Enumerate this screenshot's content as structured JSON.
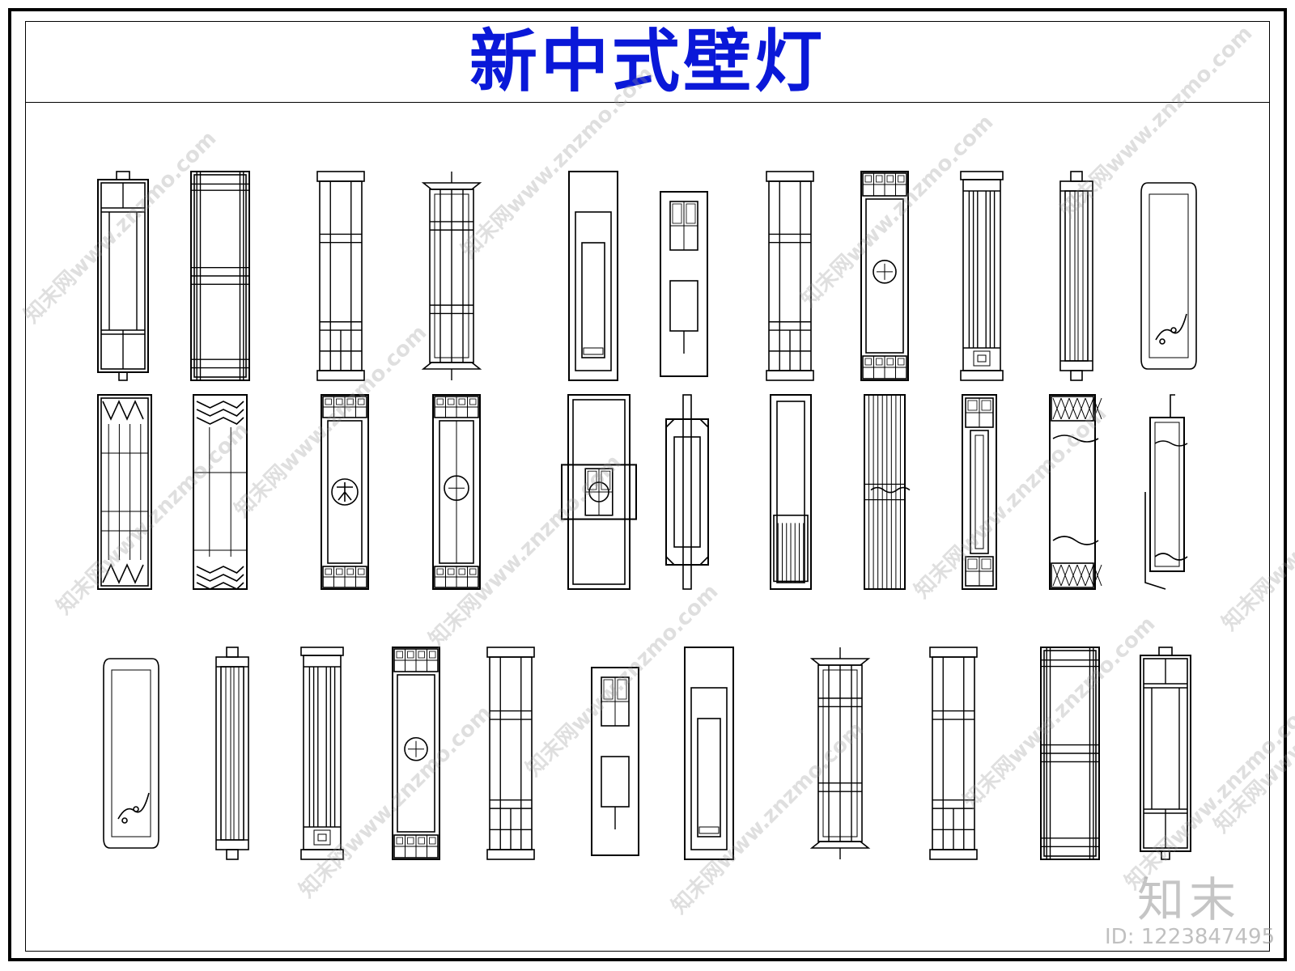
{
  "title": "新中式壁灯",
  "watermark": {
    "text": "知末网www.znzmo.com",
    "brand": "知末",
    "id_label": "ID: 1223847495",
    "color": "#969696"
  },
  "colors": {
    "title": "#0a18d8",
    "lines": "#000000",
    "background": "#ffffff"
  },
  "lamp_rows": [
    [
      "square-grid",
      "double-grid",
      "column-cap",
      "cage-flared",
      "recessed-box",
      "plaque-arm",
      "column-cap",
      "medallion-fret",
      "slat-fret",
      "tube-clip",
      "scroll-blossom"
    ],
    [
      "chevron-grid",
      "chevron-tall",
      "fret-tea",
      "fret-medallion",
      "band-medallion",
      "rod-panel",
      "slatted-base",
      "flute-wave",
      "fret-frame",
      "weave-ends",
      "hook-bracket"
    ],
    [
      "scroll-blossom",
      "tube-clip",
      "slat-fret",
      "medallion-fret",
      "column-cap",
      "plaque-arm",
      "recessed-box",
      "cage-flared",
      "column-cap",
      "double-grid",
      "square-grid"
    ]
  ]
}
